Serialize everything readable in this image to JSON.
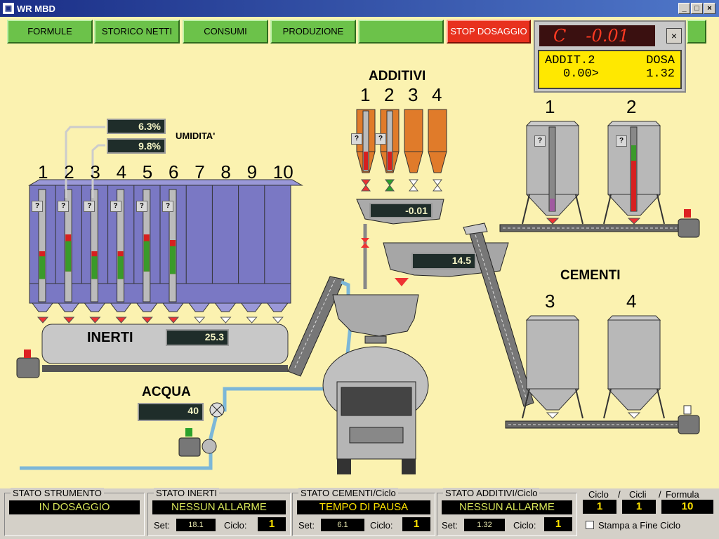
{
  "window": {
    "title": "WR MBD",
    "btn_min": "_",
    "btn_max": "□",
    "btn_close": "×"
  },
  "toolbar": {
    "formule": "FORMULE",
    "storico": "STORICO NETTI",
    "consumi": "CONSUMI",
    "produzione": "PRODUZIONE",
    "empty": "",
    "stop": "STOP DOSAGGIO"
  },
  "display": {
    "code": "C",
    "value": "-0.01",
    "close": "×",
    "row1_left": "ADDIT.2",
    "row1_right": "DOSA",
    "row2_left": "0.00>",
    "row2_right": "1.32"
  },
  "labels": {
    "additivi": "ADDITIVI",
    "cementi": "CEMENTI",
    "inerti": "INERTI",
    "acqua": "ACQUA",
    "umidita": "UMIDITA'",
    "qmark": "?"
  },
  "humidity": [
    "6.3%",
    "9.8%"
  ],
  "readouts": {
    "inerti": "25.3",
    "acqua": "40",
    "additivi": "-0.01",
    "cementi_hopper": "14.5"
  },
  "inerti_bins": [
    "1",
    "2",
    "3",
    "4",
    "5",
    "6",
    "7",
    "8",
    "9",
    "10"
  ],
  "additivi_bins": [
    "1",
    "2",
    "3",
    "4"
  ],
  "cementi_silos": [
    "1",
    "2",
    "3",
    "4"
  ],
  "colors": {
    "bg": "#fbf2b0",
    "bin": "#7a78c4",
    "silo": "#b8b8b8",
    "accent_red": "#e8311e",
    "accent_green": "#6cc24a"
  },
  "levels": {
    "inerti": [
      0.45,
      0.6,
      0.45,
      0.45,
      0.6,
      0.55,
      0,
      0,
      0,
      0
    ],
    "additivi": [
      0.35,
      0.35,
      0,
      0
    ],
    "cementi": [
      0.15,
      0.6,
      0,
      0
    ]
  },
  "status": {
    "strumento": {
      "title": "STATO STRUMENTO",
      "value": "IN DOSAGGIO"
    },
    "inerti": {
      "title": "STATO INERTI",
      "value": "NESSUN ALLARME",
      "set_label": "Set:",
      "set": "18.1",
      "ciclo_label": "Ciclo:",
      "ciclo": "1"
    },
    "cementi": {
      "title": "STATO CEMENTI/Ciclo",
      "value": "TEMPO DI PAUSA",
      "set_label": "Set:",
      "set": "6.1",
      "ciclo_label": "Ciclo:",
      "ciclo": "1"
    },
    "additivi": {
      "title": "STATO ADDITIVI/Ciclo",
      "value": "NESSUN ALLARME",
      "set_label": "Set:",
      "set": "1.32",
      "ciclo_label": "Ciclo:",
      "ciclo": "1"
    },
    "cicli": {
      "h1": "Ciclo",
      "s1": "/",
      "h2": "Cicli",
      "s2": "/",
      "h3": "Formula",
      "v1": "1",
      "v2": "1",
      "v3": "10",
      "stampa": "Stampa a Fine Ciclo"
    }
  }
}
